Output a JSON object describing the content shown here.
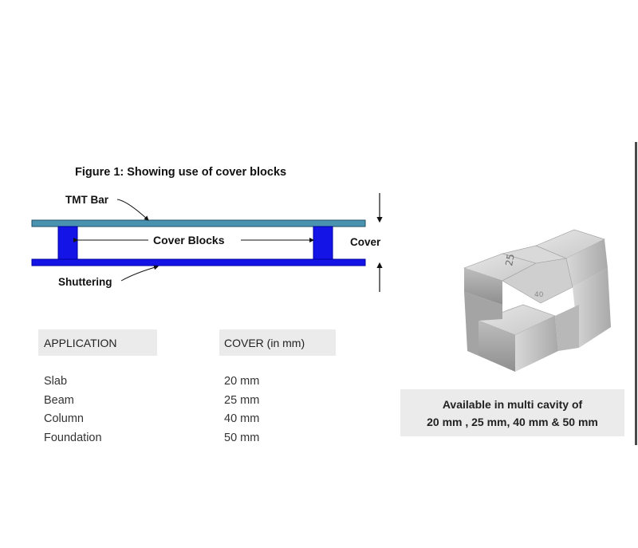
{
  "figure": {
    "title": "Figure 1: Showing use of cover blocks",
    "labels": {
      "tmt_bar": "TMT Bar",
      "cover_blocks": "Cover Blocks",
      "shuttering": "Shuttering",
      "cover": "Cover"
    },
    "colors": {
      "tmt_bar": "#4a93b0",
      "shuttering": "#1414e6",
      "cover_block": "#1414e6"
    }
  },
  "table": {
    "headers": {
      "application": "APPLICATION",
      "cover": "COVER (in mm)"
    },
    "rows": [
      {
        "application": "Slab",
        "cover": "20 mm"
      },
      {
        "application": "Beam",
        "cover": "25 mm"
      },
      {
        "application": "Column",
        "cover": "40 mm"
      },
      {
        "application": "Foundation",
        "cover": "50 mm"
      }
    ]
  },
  "product": {
    "block_markings": [
      "25",
      "40"
    ],
    "availability_line1": "Available in multi cavity of",
    "availability_line2": "20 mm , 25 mm, 40 mm & 50 mm"
  }
}
